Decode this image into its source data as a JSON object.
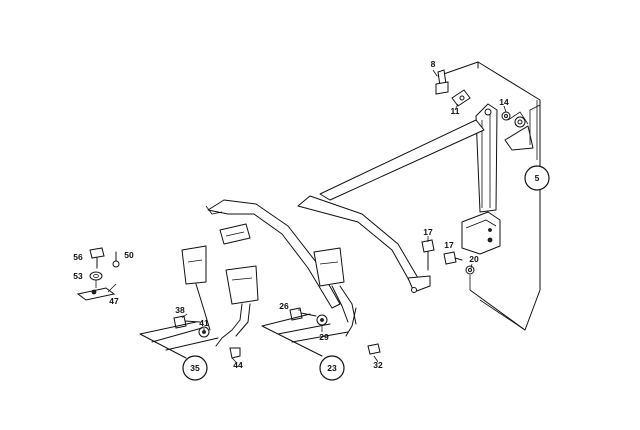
{
  "parts": {
    "p5": "5",
    "p8": "8",
    "p11": "11",
    "p14": "14",
    "p17a": "17",
    "p17b": "17",
    "p20": "20",
    "p56": "56",
    "p50": "50",
    "p53": "53",
    "p47": "47",
    "p38": "38",
    "p41": "41",
    "p35": "35",
    "p44": "44",
    "p26": "26",
    "p29": "29",
    "p23": "23",
    "p32": "32"
  }
}
